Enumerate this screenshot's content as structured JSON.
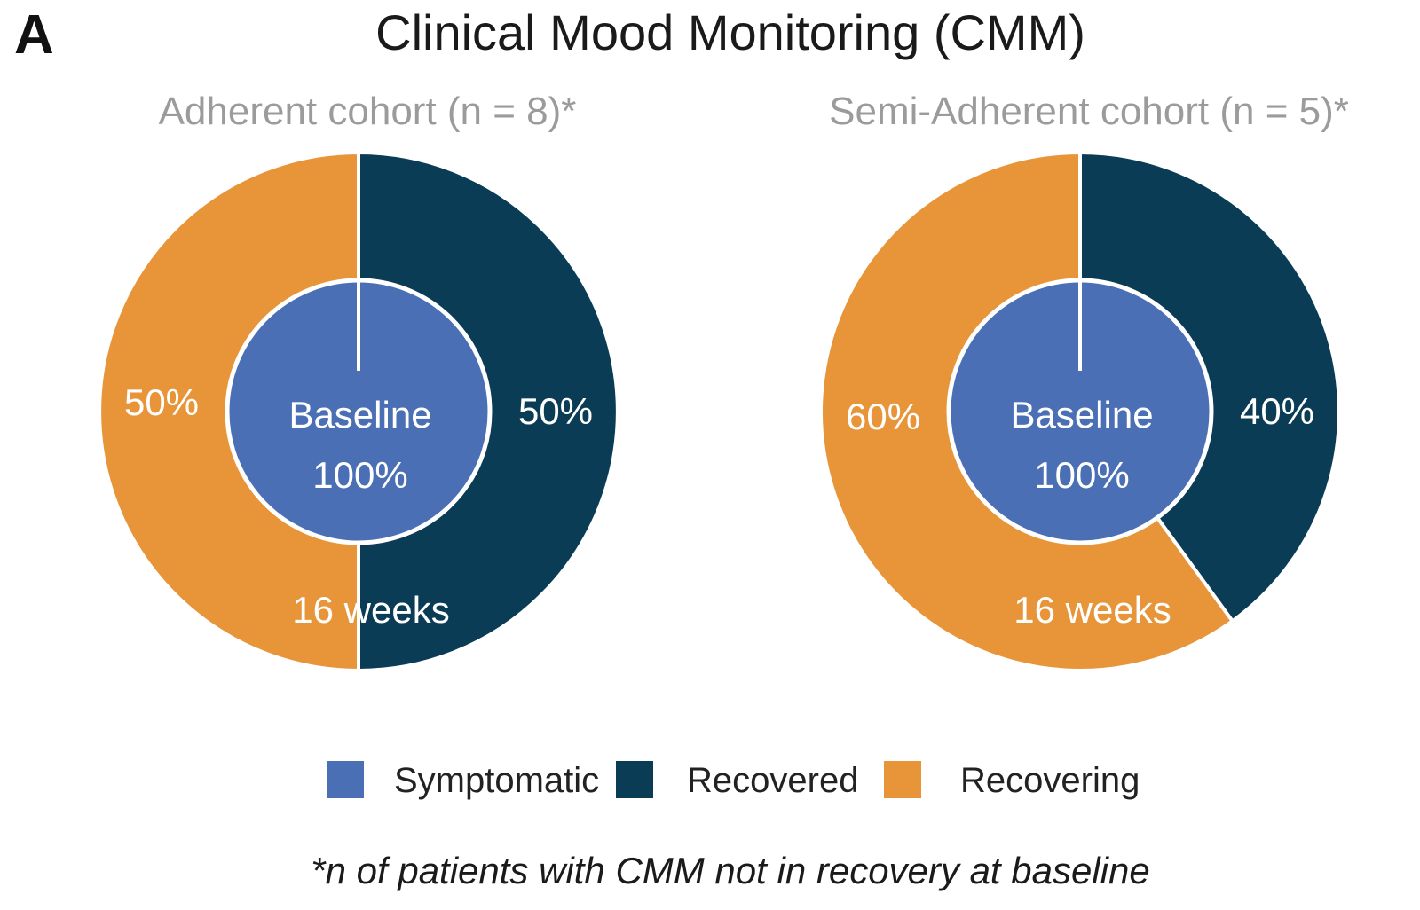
{
  "panel_letter": "A",
  "chart_data": {
    "type": "pie",
    "title": "Clinical Mood Monitoring (CMM)",
    "footnote": "*n of patients with CMM not in recovery at baseline",
    "colors": {
      "Symptomatic": "#4a6fb5",
      "Recovered": "#0a3c55",
      "Recovering": "#e8953a"
    },
    "legend": {
      "position": "bottom",
      "entries": [
        "Symptomatic",
        "Recovered",
        "Recovering"
      ]
    },
    "pies": [
      {
        "title": "Adherent cohort (n = 8)*",
        "inner": {
          "label": "Baseline",
          "slices": [
            {
              "name": "Symptomatic",
              "value": 100,
              "label": "100%"
            }
          ]
        },
        "outer": {
          "label": "16 weeks",
          "slices": [
            {
              "name": "Recovered",
              "value": 50,
              "label": "50%"
            },
            {
              "name": "Recovering",
              "value": 50,
              "label": "50%"
            }
          ]
        }
      },
      {
        "title": "Semi-Adherent cohort (n = 5)*",
        "inner": {
          "label": "Baseline",
          "slices": [
            {
              "name": "Symptomatic",
              "value": 100,
              "label": "100%"
            }
          ]
        },
        "outer": {
          "label": "16 weeks",
          "slices": [
            {
              "name": "Recovered",
              "value": 40,
              "label": "40%"
            },
            {
              "name": "Recovering",
              "value": 60,
              "label": "60%"
            }
          ]
        }
      }
    ]
  }
}
